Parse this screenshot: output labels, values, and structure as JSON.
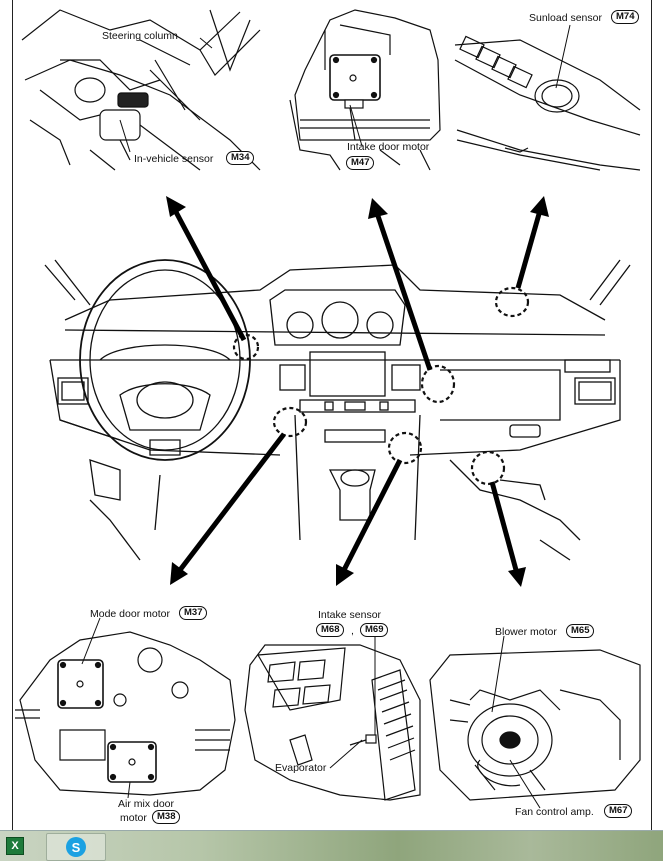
{
  "labels": {
    "steering_column": "Steering column",
    "in_vehicle_sensor": "In-vehicle sensor",
    "in_vehicle_conn": "M34",
    "intake_door_motor": "Intake door motor",
    "intake_door_conn": "M47",
    "sunload_sensor": "Sunload sensor",
    "sunload_conn": "M74",
    "mode_door_motor": "Mode door motor",
    "mode_door_conn": "M37",
    "intake_sensor": "Intake sensor",
    "intake_sensor_conn1": "M68",
    "intake_sensor_sep": ",",
    "intake_sensor_conn2": "M69",
    "blower_motor": "Blower motor",
    "blower_conn": "M65",
    "evaporator": "Evaporator",
    "air_mix_line1": "Air mix door",
    "air_mix_line2": "motor",
    "air_mix_conn": "M38",
    "fan_control": "Fan control amp.",
    "fan_control_conn": "M67"
  },
  "taskbar": {
    "items": [
      {
        "icon": "excel-icon",
        "glyph": "X"
      },
      {
        "icon": "skype-icon",
        "glyph": "S"
      }
    ]
  }
}
